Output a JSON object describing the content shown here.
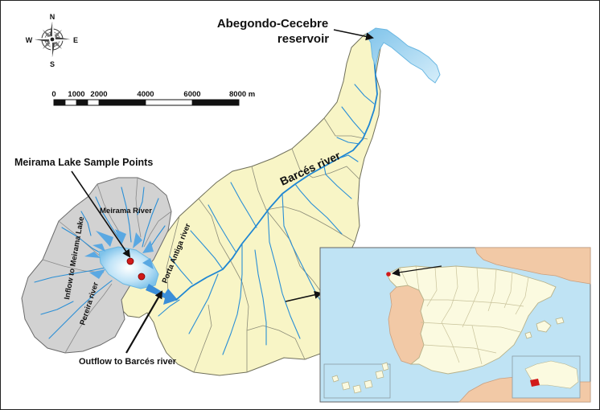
{
  "labels": {
    "reservoir_line1": "Abegondo-Cecebre",
    "reservoir_line2": "reservoir",
    "sample_points": "Meirama Lake Sample Points",
    "barces_river": "Barcés river",
    "meirama_river": "Meirama River",
    "porta_antiga_river": "Porta Antiga river",
    "inflow": "Inflow to Meirama Lake",
    "pereira_river": "Pereira river",
    "outflow": "Outflow to Barcés river"
  },
  "compass": {
    "n": "N",
    "s": "S",
    "e": "E",
    "w": "W"
  },
  "scale_bar": {
    "ticks": [
      "0",
      "1000",
      "2000",
      "4000",
      "6000",
      "8000 m"
    ]
  },
  "colors": {
    "barces_basin": "#f8f5c6",
    "meirama_basin": "#d2d2d2",
    "water": "#9fd2f0",
    "river": "#2a8fd6",
    "spain": "#fbfae0",
    "neighbors": "#f2c9a6",
    "sea": "#bfe3f4",
    "sample_point": "#d11a1a"
  }
}
